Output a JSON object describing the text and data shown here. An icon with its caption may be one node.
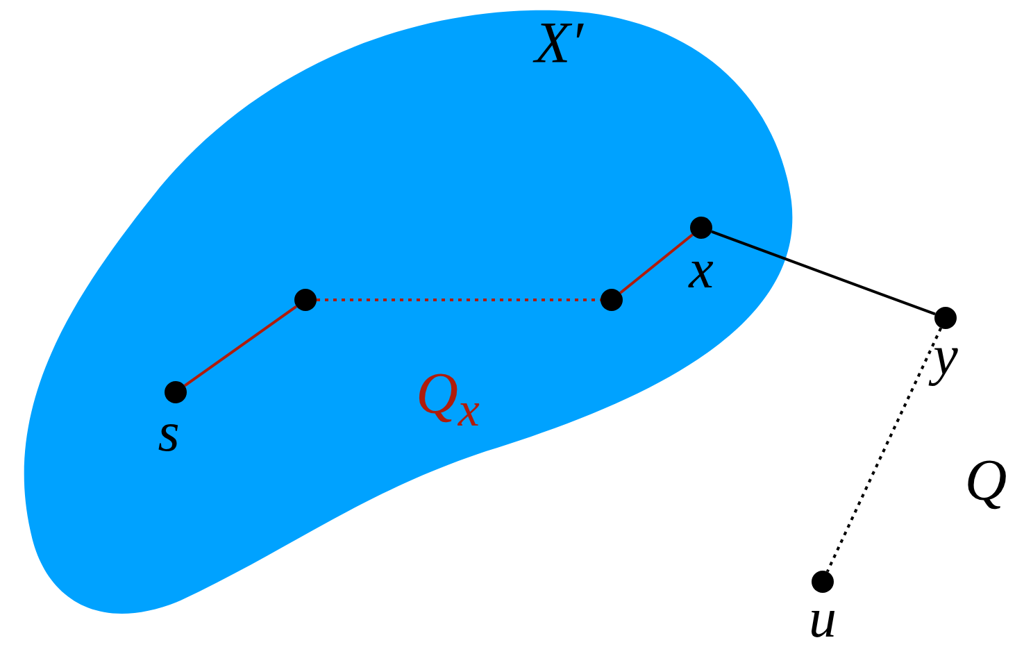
{
  "diagram": {
    "nodes": [
      {
        "text": [
          "X′"
        ]
      },
      {
        "text": [],
        "shape": "circle",
        "beside": [
          "s"
        ],
        "in": 0
      },
      {
        "text": [],
        "shape": "circle",
        "in": 0
      },
      {
        "text": [],
        "shape": "circle",
        "in": 0
      },
      {
        "text": [],
        "shape": "circle",
        "beside": [
          "x"
        ],
        "in": 0
      },
      {
        "text": [],
        "shape": "circle",
        "beside": [
          "y"
        ]
      },
      {
        "text": [],
        "shape": "circle",
        "beside": [
          "u"
        ]
      }
    ],
    "edges": [
      {
        "from": 1,
        "to": 2,
        "arrow": "none",
        "color": "#b01c0b"
      },
      {
        "from": 2,
        "to": 3,
        "arrow": "none",
        "style": "dashed",
        "color": "#b01c0b"
      },
      {
        "from": 3,
        "to": 4,
        "arrow": "none",
        "color": "#b01c0b"
      },
      {
        "from": 4,
        "to": 5,
        "arrow": "none",
        "color": "#000000"
      },
      {
        "from": 5,
        "to": 6,
        "arrow": "none",
        "style": "dashed",
        "color": "#000000"
      }
    ],
    "labels": [
      "Q$_{x}$",
      "Q"
    ]
  }
}
